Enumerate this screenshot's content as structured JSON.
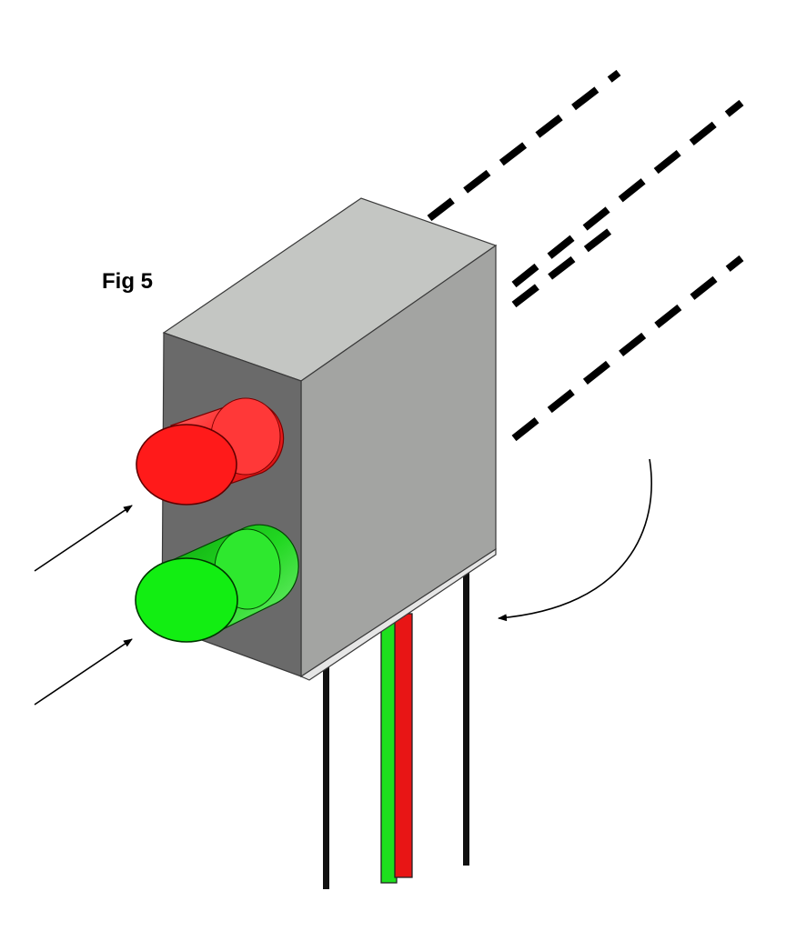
{
  "figure": {
    "label": "Fig 5"
  },
  "colors": {
    "red_led": "#ff1a1a",
    "red_led_body": "#e81e1e",
    "green_led": "#12ee12",
    "green_led_body": "#10c010",
    "housing_top": "#c4c6c3",
    "housing_side": "#a3a4a2",
    "housing_front": "#6a6a6a",
    "lead_wire": "#111111",
    "background": "#ffffff"
  },
  "icons": {
    "housing": "led-housing",
    "red": "red-led-lens",
    "green": "green-led-lens",
    "pins": "lead-pins",
    "arrows": "incoming-arrows",
    "rotate": "rotation-arrow"
  }
}
